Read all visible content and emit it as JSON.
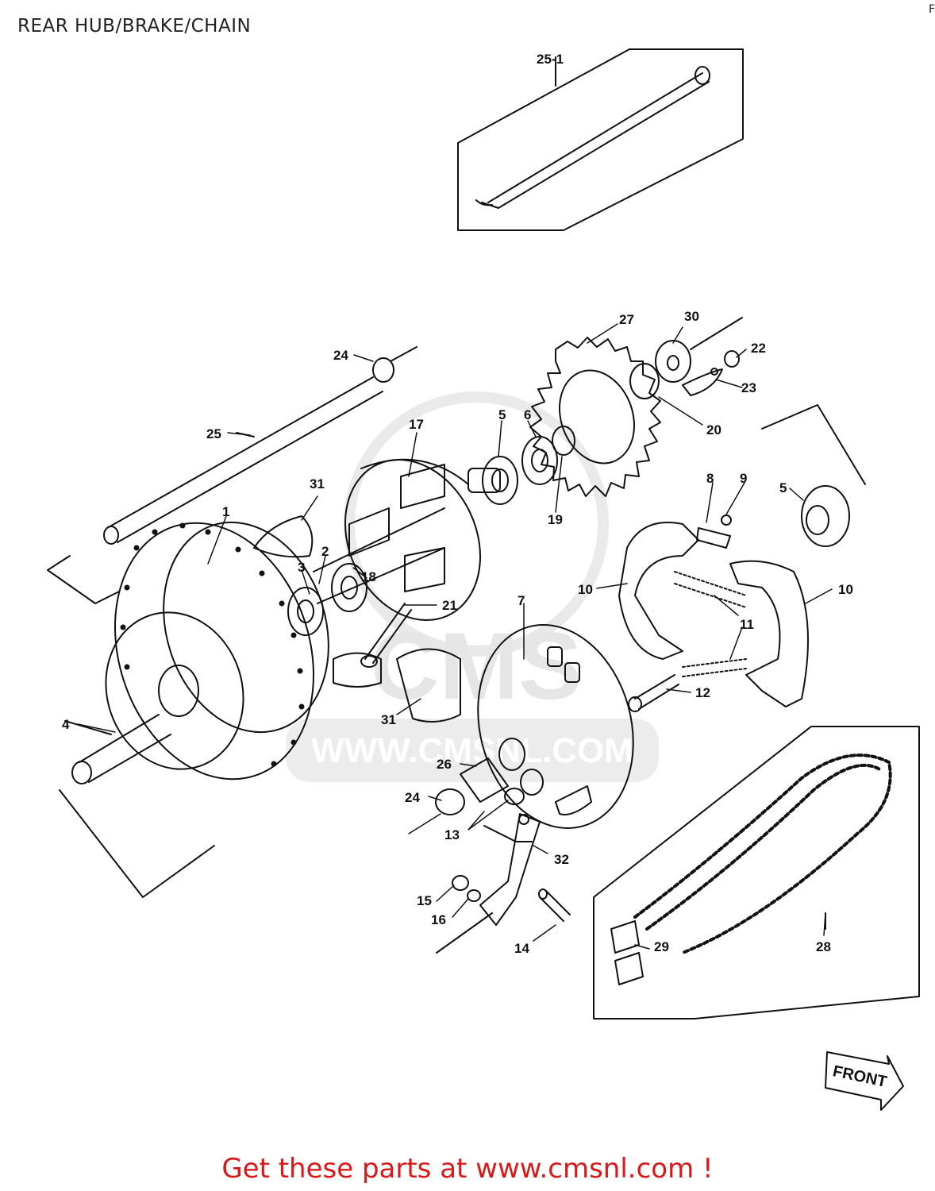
{
  "header": {
    "title": "REAR HUB/BRAKE/CHAIN",
    "corner_mark": "F"
  },
  "watermark": {
    "text": "WWW.CMSNL.COM",
    "logo_letters": "CMS"
  },
  "front_arrow": {
    "label": "FRONT"
  },
  "callouts": [
    {
      "id": "c25-1",
      "text": "25-1"
    },
    {
      "id": "c24a",
      "text": "24"
    },
    {
      "id": "c25",
      "text": "25"
    },
    {
      "id": "c17",
      "text": "17"
    },
    {
      "id": "c27",
      "text": "27"
    },
    {
      "id": "c30",
      "text": "30"
    },
    {
      "id": "c22",
      "text": "22"
    },
    {
      "id": "c23",
      "text": "23"
    },
    {
      "id": "c20",
      "text": "20"
    },
    {
      "id": "c5a",
      "text": "5"
    },
    {
      "id": "c6",
      "text": "6"
    },
    {
      "id": "c19",
      "text": "19"
    },
    {
      "id": "c31a",
      "text": "31"
    },
    {
      "id": "c1",
      "text": "1"
    },
    {
      "id": "c2",
      "text": "2"
    },
    {
      "id": "c3",
      "text": "3"
    },
    {
      "id": "c18",
      "text": "18"
    },
    {
      "id": "c21",
      "text": "21"
    },
    {
      "id": "c8",
      "text": "8"
    },
    {
      "id": "c9",
      "text": "9"
    },
    {
      "id": "c5b",
      "text": "5"
    },
    {
      "id": "c10a",
      "text": "10"
    },
    {
      "id": "c10b",
      "text": "10"
    },
    {
      "id": "c11",
      "text": "11"
    },
    {
      "id": "c7",
      "text": "7"
    },
    {
      "id": "c12",
      "text": "12"
    },
    {
      "id": "c4",
      "text": "4"
    },
    {
      "id": "c31b",
      "text": "31"
    },
    {
      "id": "c26",
      "text": "26"
    },
    {
      "id": "c24b",
      "text": "24"
    },
    {
      "id": "c13",
      "text": "13"
    },
    {
      "id": "c32",
      "text": "32"
    },
    {
      "id": "c15",
      "text": "15"
    },
    {
      "id": "c16",
      "text": "16"
    },
    {
      "id": "c14",
      "text": "14"
    },
    {
      "id": "c29",
      "text": "29"
    },
    {
      "id": "c28",
      "text": "28"
    }
  ],
  "footer": {
    "text": "Get these parts at www.cmsnl.com !"
  }
}
